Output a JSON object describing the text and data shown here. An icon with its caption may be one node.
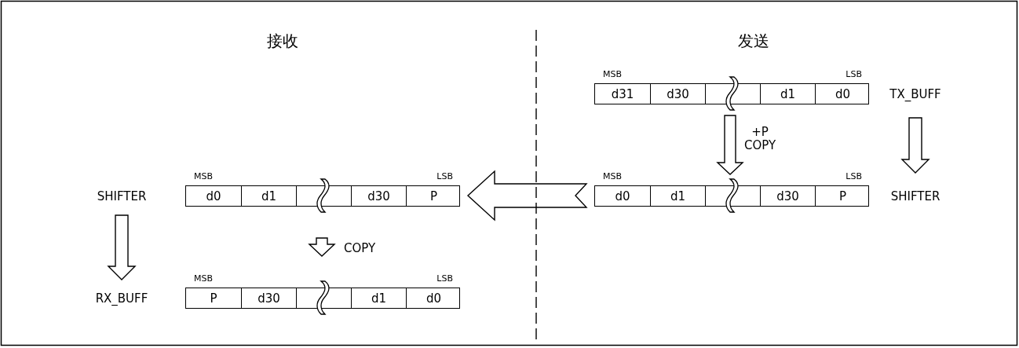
{
  "diagram": {
    "nodes": [
      {
        "text": [],
        "shape": "box",
        "beside": [
          "MSB",
          "LSB"
        ]
      },
      {
        "text": [
          "d31"
        ],
        "in": 0
      },
      {
        "text": [
          "d30"
        ],
        "in": 0
      },
      {
        "text": [],
        "shape": "box",
        "in": 0
      },
      {
        "text": [
          "d1"
        ],
        "in": 0
      },
      {
        "text": [
          "d0"
        ],
        "in": 0
      },
      {
        "text": [
          "TX_BUFF"
        ]
      },
      {
        "text": [],
        "shape": "box",
        "beside": [
          "MSB",
          "LSB"
        ]
      },
      {
        "text": [
          "d0"
        ],
        "in": 7
      },
      {
        "text": [
          "d1"
        ],
        "in": 7
      },
      {
        "text": [],
        "shape": "box",
        "in": 7
      },
      {
        "text": [
          "d30"
        ],
        "in": 7
      },
      {
        "text": [
          "P"
        ],
        "in": 7
      },
      {
        "text": [
          "SHIFTER"
        ]
      },
      {
        "text": [],
        "shape": "box",
        "beside": [
          "MSB",
          "LSB"
        ]
      },
      {
        "text": [
          "d0"
        ],
        "in": 14
      },
      {
        "text": [
          "d1"
        ],
        "in": 14
      },
      {
        "text": [],
        "shape": "box",
        "in": 14
      },
      {
        "text": [
          "d30"
        ],
        "in": 14
      },
      {
        "text": [
          "P"
        ],
        "in": 14
      },
      {
        "text": [
          "SHIFTER"
        ]
      },
      {
        "text": [],
        "shape": "box",
        "beside": [
          "MSB",
          "LSB"
        ]
      },
      {
        "text": [
          "P"
        ],
        "in": 21
      },
      {
        "text": [
          "d30"
        ],
        "in": 21
      },
      {
        "text": [],
        "shape": "box",
        "in": 21
      },
      {
        "text": [
          "d1"
        ],
        "in": 21
      },
      {
        "text": [
          "d0"
        ],
        "in": 21
      },
      {
        "text": [
          "RX_BUFF"
        ]
      }
    ],
    "edges": [
      {
        "from": 0,
        "to": 7,
        "arrow": "to",
        "label": "+P COPY"
      },
      {
        "from": 6,
        "to": 13,
        "arrow": "to"
      },
      {
        "from": 7,
        "to": 14,
        "arrow": "to"
      },
      {
        "from": 14,
        "to": 21,
        "arrow": "to",
        "label": "COPY"
      },
      {
        "from": 20,
        "to": 27,
        "arrow": "to"
      }
    ],
    "labels": [
      "接收",
      "发送"
    ]
  }
}
